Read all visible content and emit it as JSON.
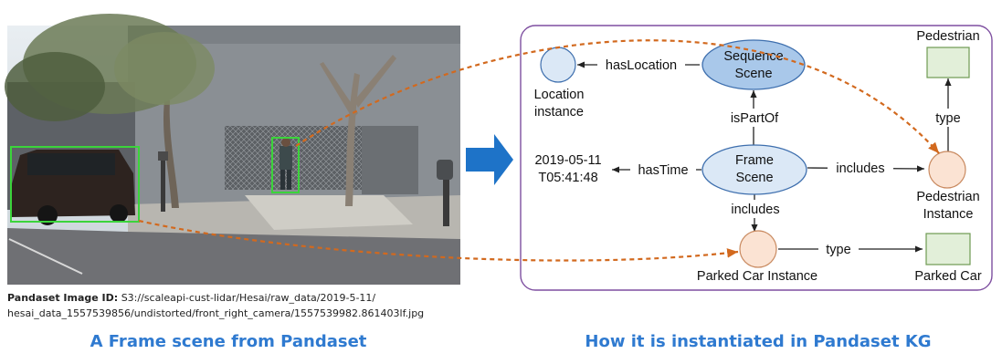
{
  "photo": {
    "caption_label": "Pandaset Image ID:",
    "caption_text": "S3://scaleapi-cust-lidar/Hesai/raw_data/2019-5-11/",
    "caption_line2": "hesai_data_1557539856/undistorted/front_right_camera/1557539982.861403lf.jpg"
  },
  "left_title": "A Frame scene from Pandaset",
  "right_title": "How it is instantiated in Pandaset KG",
  "kg": {
    "nodes": {
      "sequence_scene": [
        "Sequence",
        "Scene"
      ],
      "frame_scene": [
        "Frame",
        "Scene"
      ],
      "location_instance": [
        "Location",
        "instance"
      ],
      "timestamp": [
        "2019-05-11",
        "T05:41:48"
      ],
      "pedestrian_class": "Pedestrian",
      "pedestrian_instance": [
        "Pedestrian",
        "Instance"
      ],
      "parked_car_instance": "Parked Car Instance",
      "parked_car_class": "Parked Car"
    },
    "edges": {
      "has_location": "hasLocation",
      "is_part_of": "isPartOf",
      "has_time": "hasTime",
      "includes_pedestrian": "includes",
      "includes_car": "includes",
      "type_pedestrian": "type",
      "type_car": "type"
    }
  },
  "colors": {
    "scene_fill": "#a9c8ea",
    "scene_stroke": "#3e6fae",
    "frame_fill": "#dbe8f6",
    "instance_fill": "#fbe3d3",
    "instance_stroke": "#c98a60",
    "class_fill": "#e2efd9",
    "class_stroke": "#6e9a52",
    "panel_border": "#7e4fa0",
    "arrow_blue": "#1e73c8",
    "dashed_orange": "#d2691e",
    "bbox_green": "#3bd43b",
    "title_blue": "#2f7ad0"
  }
}
